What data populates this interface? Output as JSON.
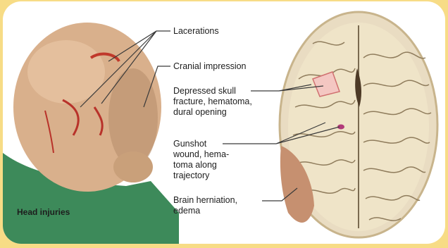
{
  "caption": "Head injuries",
  "labels": {
    "lacerations": "Lacerations",
    "cranial_impression": "Cranial impression",
    "depressed_fracture": "Depressed skull\nfracture, hematoma,\ndural opening",
    "gunshot": "Gunshot\nwound, hema-\ntoma along\ntrajectory",
    "herniation": "Brain herniation,\nedema"
  }
}
